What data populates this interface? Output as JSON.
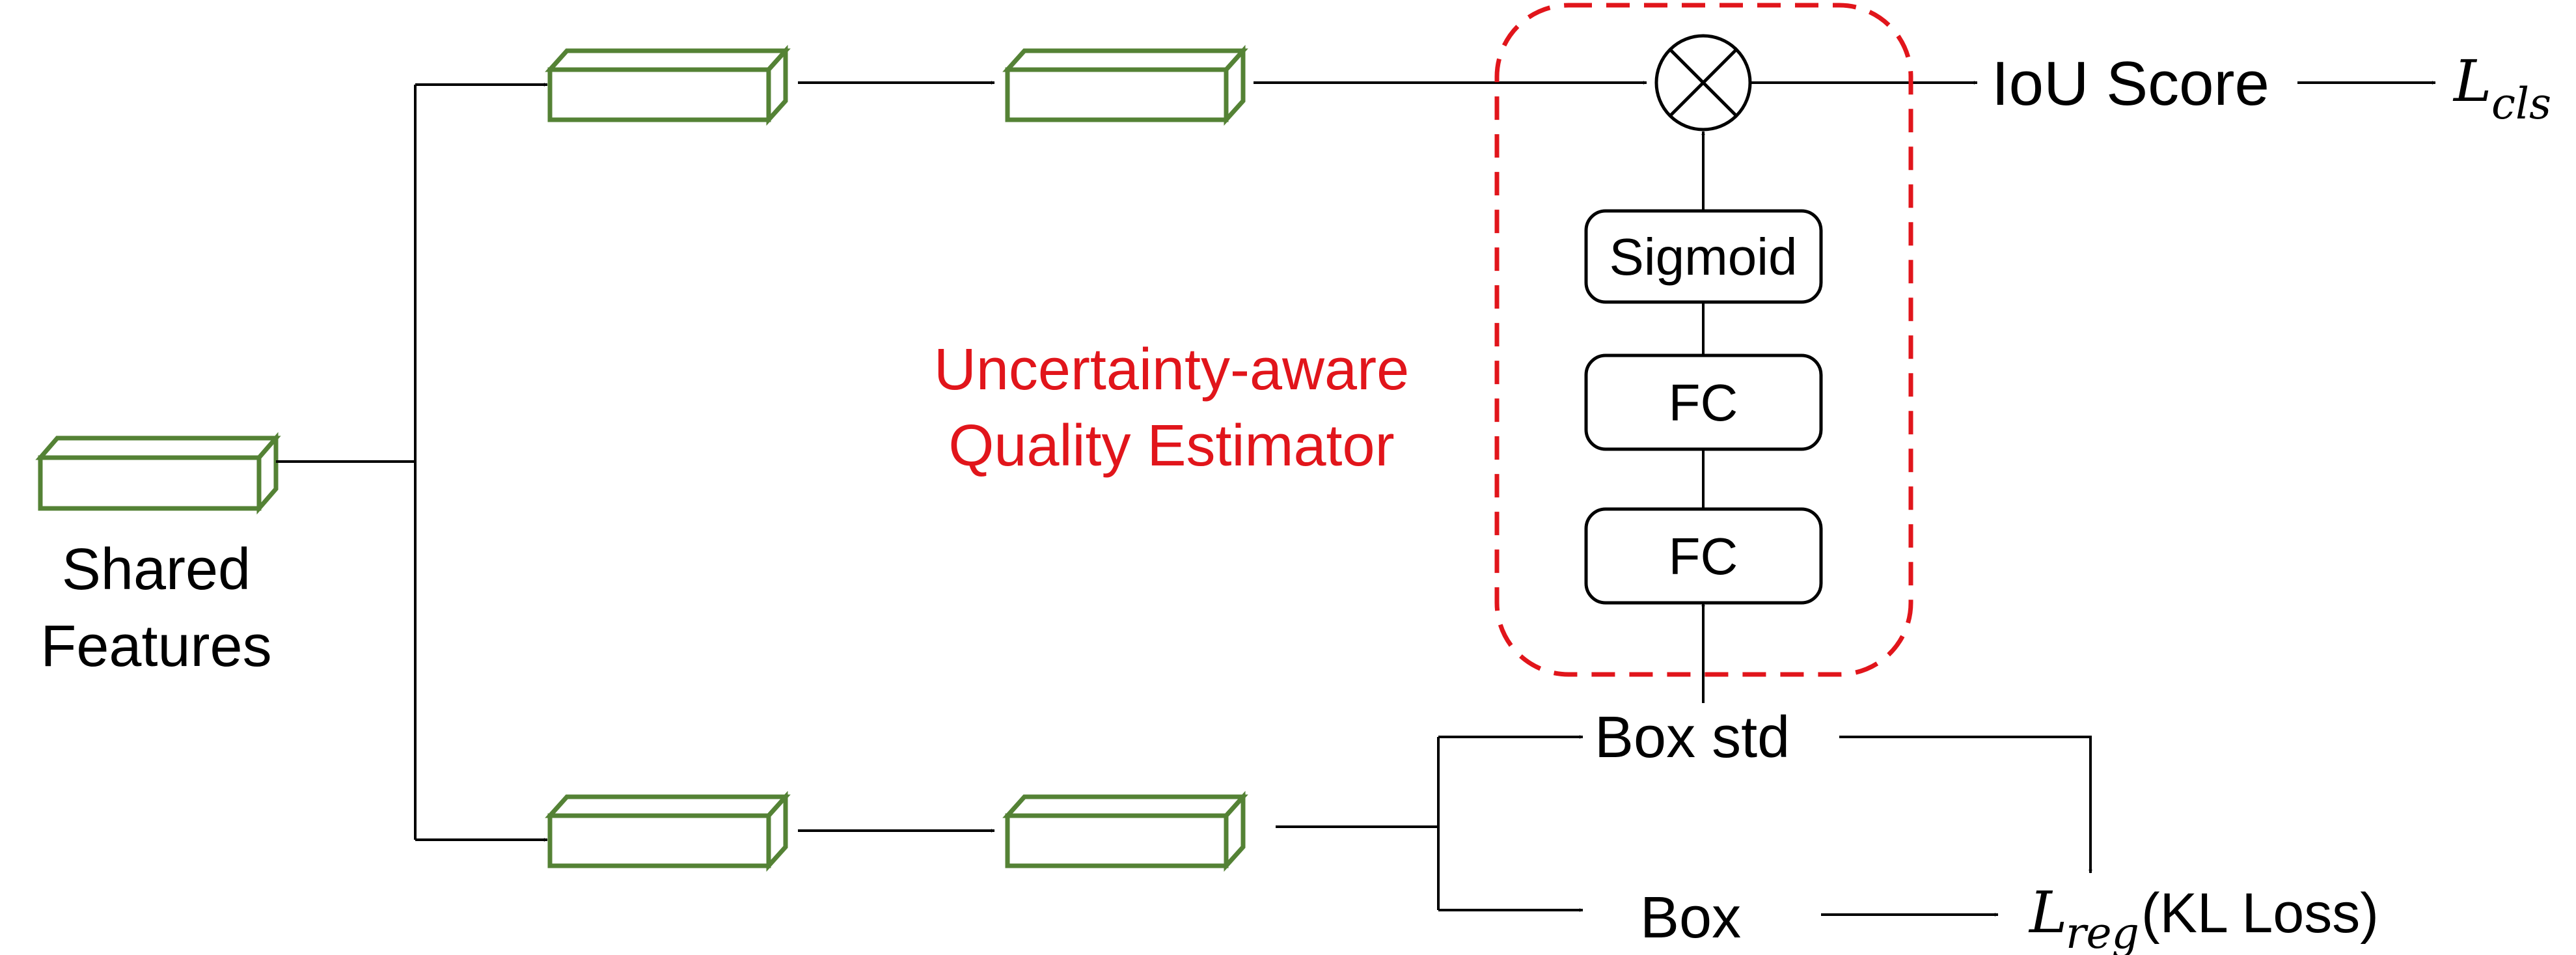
{
  "colors": {
    "feature_block": "#548235",
    "estimator_box": "#e1151b",
    "estimator_text": "#e1151b",
    "line": "#000000"
  },
  "input": {
    "label_line1": "Shared",
    "label_line2": "Features"
  },
  "estimator": {
    "title_line1": "Uncertainty-aware",
    "title_line2": "Quality Estimator",
    "sigmoid_label": "Sigmoid",
    "fc_upper_label": "FC",
    "fc_lower_label": "FC",
    "multiply_symbol_name": "circle-times-icon"
  },
  "outputs": {
    "iou_score_label": "IoU Score",
    "l_cls_main": "L",
    "l_cls_sub": "cls",
    "box_std_label": "Box std",
    "box_label": "Box",
    "l_reg_main": "L",
    "l_reg_sub": "reg",
    "kl_loss_label": "(KL Loss)"
  }
}
